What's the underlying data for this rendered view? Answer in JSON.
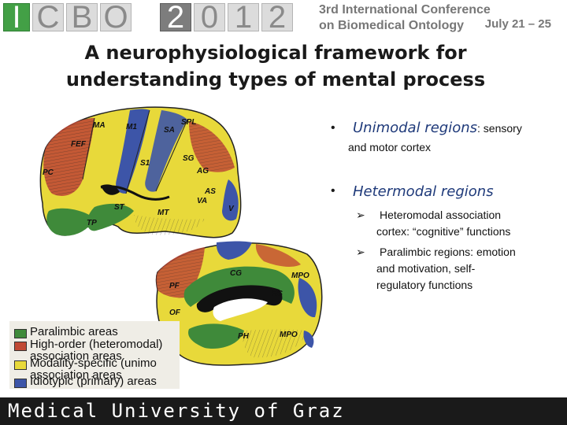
{
  "banner": {
    "logo_letters": [
      "I",
      "C",
      "B",
      "O"
    ],
    "year_digits": [
      "2",
      "0",
      "1",
      "2"
    ],
    "conference_line1": "3rd International Conference",
    "conference_line2": "on Biomedical Ontology",
    "dates": "July 21 – 25"
  },
  "title": {
    "line1": "A neurophysiological framework for",
    "line2": "understanding types of mental process"
  },
  "figure": {
    "region_labels": [
      "MA",
      "M1",
      "SA",
      "SPL",
      "FEF",
      "S1",
      "PC",
      "SG",
      "AG",
      "AS",
      "V",
      "ST",
      "MT",
      "TP",
      "VA",
      "MPO",
      "CG",
      "PF",
      "OF",
      "RS",
      "PH",
      "MPO"
    ],
    "legend": [
      {
        "text": "Paralimbic areas",
        "color": "#3f8a3a"
      },
      {
        "text": "High-order (heteromodal)\nassociation areas",
        "color": "#c04a35"
      },
      {
        "text": "Modality-specific (unimo\nassociation areas",
        "color": "#e8d93a"
      },
      {
        "text": "Idiotypic (primary) areas",
        "color": "#3d55a8"
      }
    ]
  },
  "bullets": {
    "unimodal_head": "Unimodal regions",
    "unimodal_tail": ": sensory",
    "unimodal_line2": "and motor cortex",
    "heteromodal_head": "Hetermodal regions",
    "sub1_line1": "Heteromodal association",
    "sub1_line2": "cortex: “cognitive” functions",
    "sub2_line1": "Paralimbic regions: emotion",
    "sub2_line2": "and motivation, self-",
    "sub2_line3": "regulatory functions"
  },
  "footer": {
    "text": "Medical University of Graz"
  },
  "colors": {
    "paralimbic": "#3f8a3a",
    "heteromodal": "#c04a35",
    "unimodal": "#e8d93a",
    "primary": "#3d55a8",
    "footer_bg": "#1a1a1a"
  }
}
